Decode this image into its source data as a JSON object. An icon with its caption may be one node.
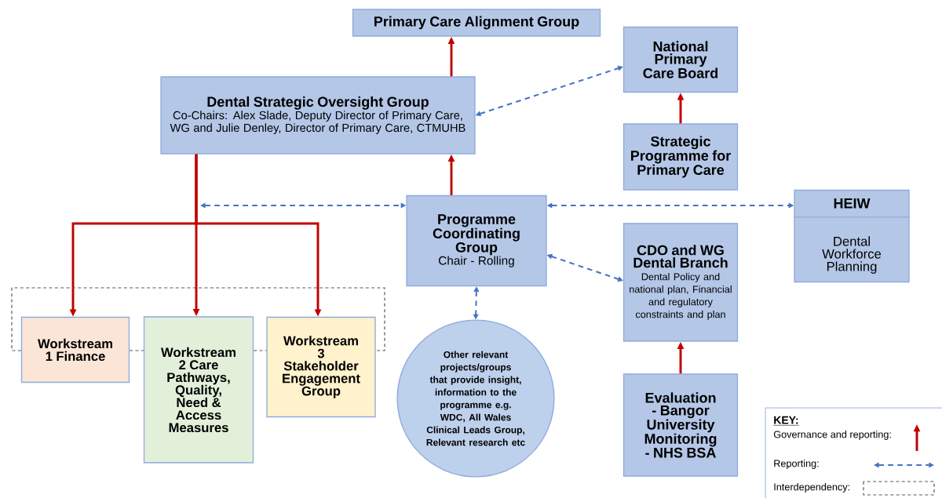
{
  "diagram": {
    "nodes": [
      {
        "text": [
          "Primary Care Alignment Group"
        ]
      },
      {
        "text": [
          "Dental Strategic Oversight Group",
          "Co-Chairs: Alex Slade, Deputy Director of Primary Care, WG and Julie Denley, Director of Primary Care, CTMUHB"
        ]
      },
      {
        "text": [
          "National Primary Care Board"
        ]
      },
      {
        "text": [
          "Strategic Programme for Primary Care"
        ]
      },
      {
        "text": [
          "Programme Coordinating Group",
          "Chair - Rolling"
        ]
      },
      {
        "text": [
          "HEIW",
          "Dental Workforce Planning"
        ]
      },
      {
        "text": [
          "CDO and WG Dental Branch",
          "Dental Policy and national plan, Financial and regulatory constraints and plan"
        ]
      },
      {
        "text": [
          "Workstream 1 Finance"
        ]
      },
      {
        "text": [
          "Workstream 2 Care Pathways, Quality, Need & Access Measures"
        ]
      },
      {
        "text": [
          "Workstream 3 Stakeholder Engagement Group"
        ]
      },
      {
        "text": [
          "Other relevant projects/groups that provide insight, information to the programme e.g. WDC, All Wales Clinical Leads Group, Relevant research etc"
        ]
      },
      {
        "text": [
          "Evaluation - Bangor University Monitoring - NHS BSA"
        ]
      }
    ],
    "edges": [
      {
        "from": 1,
        "to": 0,
        "arrow": "to"
      },
      {
        "from": 4,
        "to": 1,
        "arrow": "to"
      },
      {
        "from": 1,
        "to": 2,
        "arrow": "both",
        "style": "dashed",
        "color": "#4472c4"
      },
      {
        "from": 3,
        "to": 2,
        "arrow": "to"
      },
      {
        "from": 1,
        "to": 7,
        "arrow": "to"
      },
      {
        "from": 1,
        "to": 8,
        "arrow": "to"
      },
      {
        "from": 1,
        "to": 9,
        "arrow": "to"
      },
      {
        "from": null,
        "to": 4,
        "arrow": "both",
        "style": "dashed",
        "color": "#4472c4"
      },
      {
        "from": 4,
        "to": 5,
        "arrow": "both",
        "style": "dashed",
        "color": "#4472c4"
      },
      {
        "from": 4,
        "to": 6,
        "arrow": "both",
        "style": "dashed",
        "color": "#4472c4"
      },
      {
        "from": 4,
        "to": 10,
        "arrow": "both",
        "style": "dashed",
        "color": "#4472c4"
      },
      {
        "from": 11,
        "to": 6,
        "arrow": "to"
      },
      {
        "from": 7,
        "to": 8,
        "arrow": "none",
        "style": "dashed",
        "color": "#595959"
      },
      {
        "from": 8,
        "to": 9,
        "arrow": "none",
        "style": "dashed",
        "color": "#595959"
      },
      {
        "from": 7,
        "to": 9,
        "arrow": "none",
        "style": "dashed",
        "color": "#595959"
      }
    ],
    "labels": [
      "KEY:"
    ],
    "legend": [
      {
        "text": "Governance and reporting:"
      },
      {
        "text": "Reporting:"
      },
      {
        "text": "Interdependency:"
      }
    ]
  }
}
